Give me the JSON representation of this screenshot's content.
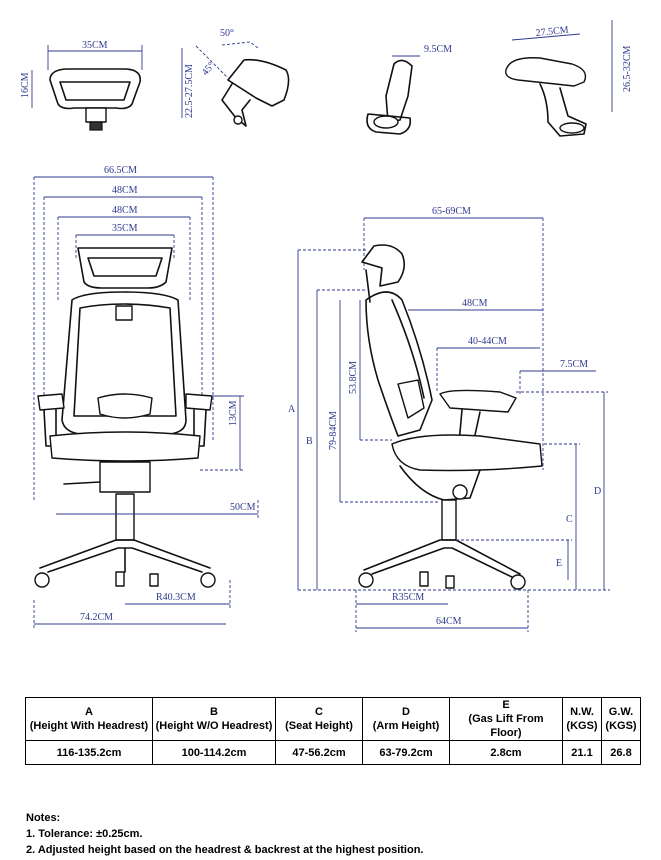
{
  "dimensions": {
    "headrest_width": "35CM",
    "headrest_height": "16CM",
    "headrest_tilt": "50°",
    "headrest_tilt_inner": "45°",
    "headrest_adjust": "22.5-27.5CM",
    "armrest_side": "9.5CM",
    "armpad_length": "27.5CM",
    "armrest_adjust": "26.5-32CM",
    "overall_width": "66.5CM",
    "back_width_outer": "48CM",
    "back_width_inner": "48CM",
    "headrest_front_width": "35CM",
    "arm_height_gap": "13CM",
    "seat_width": "50CM",
    "base_radius": "R40.3CM",
    "base_width": "74.2CM",
    "depth_total": "65-69CM",
    "seat_depth": "48CM",
    "seat_depth_adjust": "40-44CM",
    "arm_offset": "7.5CM",
    "back_height": "53.8CM",
    "back_height_adjust": "79-84CM",
    "base_radius_side": "R35CM",
    "base_depth": "64CM",
    "label_a": "A",
    "label_b": "B",
    "label_c": "C",
    "label_d": "D",
    "label_e": "E"
  },
  "table": {
    "headers": [
      [
        "A",
        "(Height With Headrest)"
      ],
      [
        "B",
        "(Height W/O Headrest)"
      ],
      [
        "C",
        "(Seat Height)"
      ],
      [
        "D",
        "(Arm Height)"
      ],
      [
        "E",
        "(Gas Lift From Floor)"
      ],
      [
        "N.W.",
        "(KGS)"
      ],
      [
        "G.W.",
        "(KGS)"
      ]
    ],
    "values": [
      "116-135.2cm",
      "100-114.2cm",
      "47-56.2cm",
      "63-79.2cm",
      "2.8cm",
      "21.1",
      "26.8"
    ]
  },
  "notes": {
    "title": "Notes:",
    "items": [
      "1. Tolerance: ±0.25cm.",
      "2. Adjusted height based on the headrest & backrest at the highest position."
    ]
  },
  "colors": {
    "dimension": "#2f3b8f",
    "outline": "#111111"
  }
}
